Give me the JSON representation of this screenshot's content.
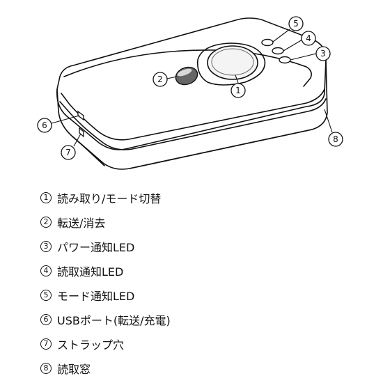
{
  "callouts": [
    "1",
    "2",
    "3",
    "4",
    "5",
    "6",
    "7",
    "8"
  ],
  "legend": [
    {
      "number": "1",
      "text": "読み取り/モード切替"
    },
    {
      "number": "2",
      "text": "転送/消去"
    },
    {
      "number": "3",
      "text": "パワー通知LED"
    },
    {
      "number": "4",
      "text": "読取通知LED"
    },
    {
      "number": "5",
      "text": "モード通知LED"
    },
    {
      "number": "6",
      "text": "USBポート(転送/充電)"
    },
    {
      "number": "7",
      "text": "ストラップ穴"
    },
    {
      "number": "8",
      "text": "読取窓"
    }
  ]
}
